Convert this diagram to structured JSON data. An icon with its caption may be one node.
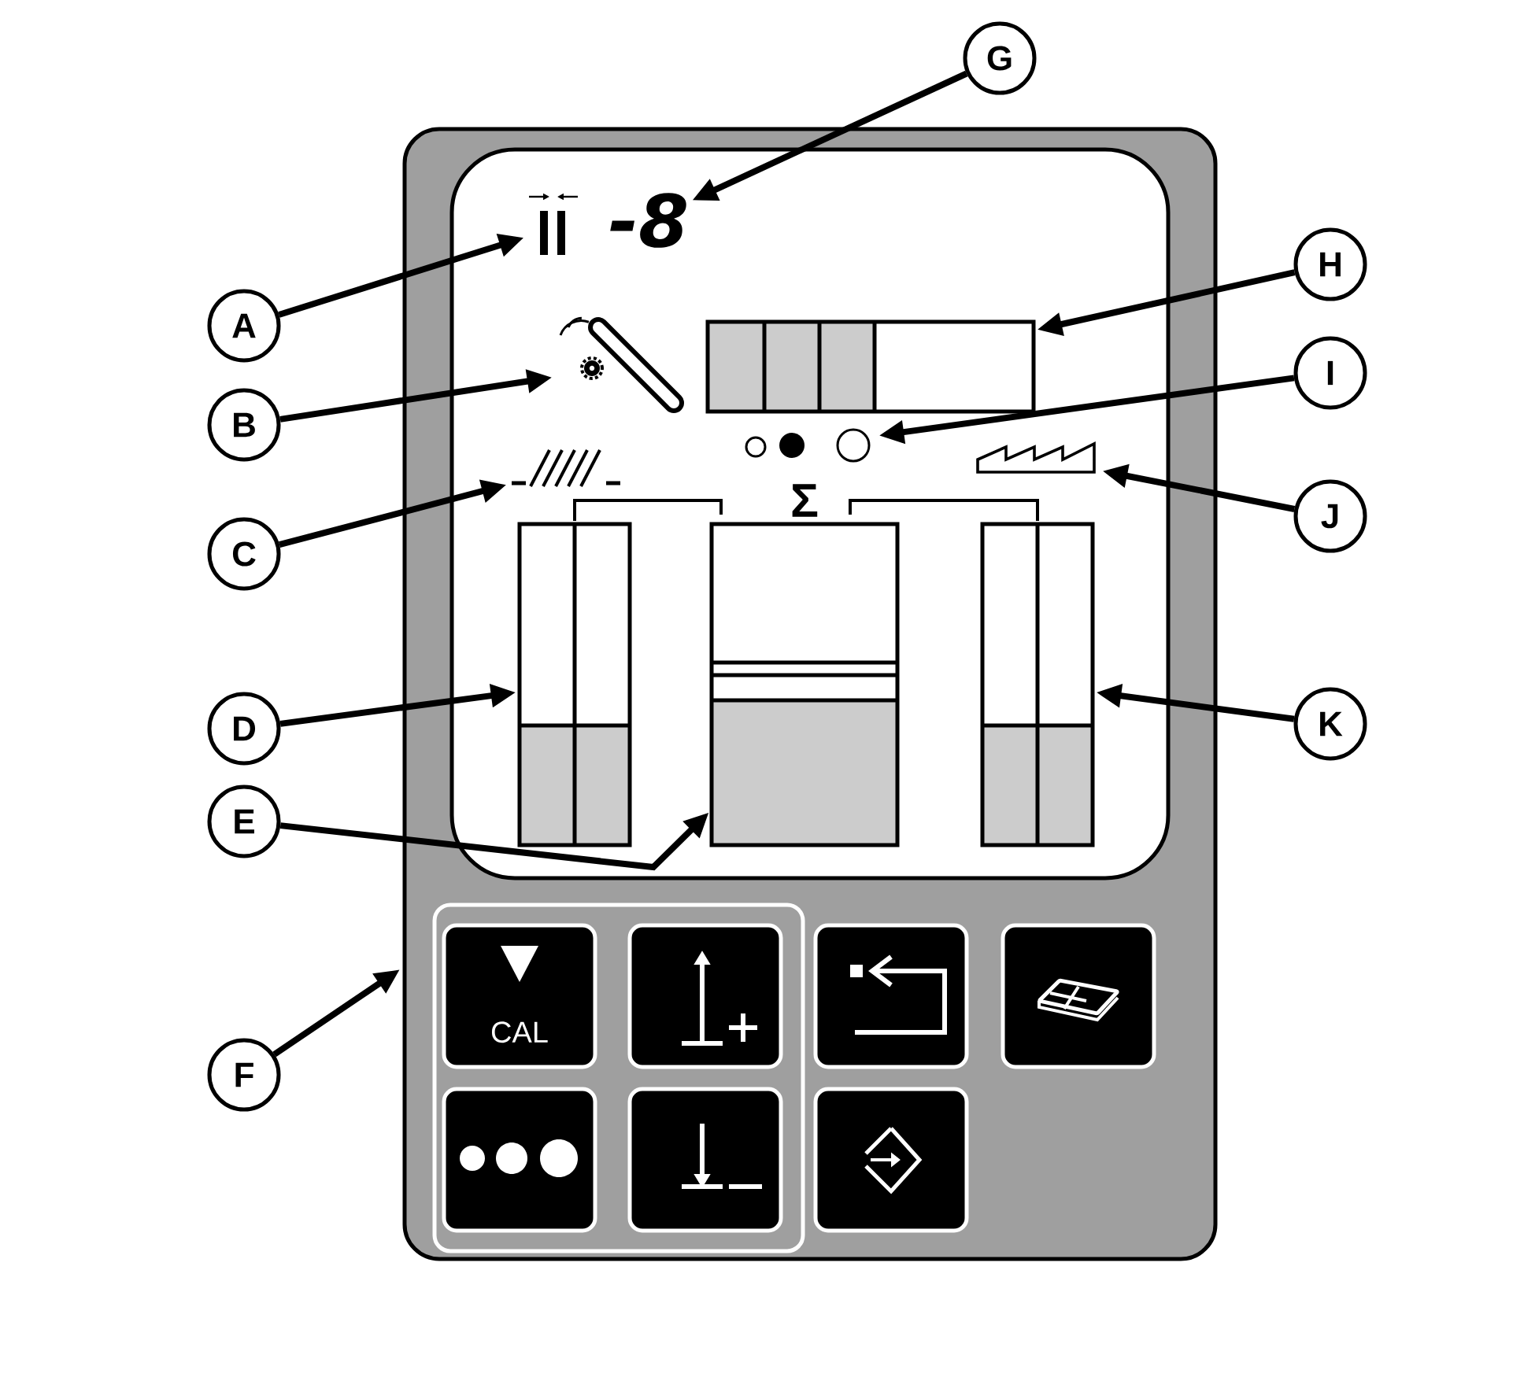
{
  "diagram": {
    "nodes": [
      {
        "text": [],
        "shape": "box"
      },
      {
        "text": [
          "A"
        ]
      },
      {
        "text": [
          "B"
        ]
      },
      {
        "text": [
          "C"
        ]
      },
      {
        "text": [
          "D"
        ]
      },
      {
        "text": [
          "E"
        ]
      },
      {
        "text": [
          "F"
        ]
      },
      {
        "text": [
          "G"
        ]
      },
      {
        "text": [
          "H"
        ]
      },
      {
        "text": [
          "I"
        ]
      },
      {
        "text": [
          "J"
        ]
      },
      {
        "text": [
          "K"
        ]
      },
      {
        "text": [],
        "shape": "picture",
        "in": 0
      },
      {
        "text": [
          "-8"
        ],
        "in": 0
      },
      {
        "text": [],
        "shape": "picture",
        "in": 0
      },
      {
        "text": [],
        "shape": "bar",
        "in": 0
      },
      {
        "text": [],
        "shape": "picture",
        "in": 0
      },
      {
        "text": [],
        "shape": "picture",
        "in": 0
      },
      {
        "text": [],
        "shape": "picture",
        "in": 0
      },
      {
        "text": [],
        "shape": "bar",
        "in": 0
      },
      {
        "text": [],
        "shape": "bar",
        "in": 0
      },
      {
        "text": [],
        "shape": "bar",
        "in": 0
      },
      {
        "text": [
          "CAL"
        ],
        "in": 0
      },
      {
        "text": [],
        "shape": "box",
        "in": 0
      },
      {
        "text": [],
        "shape": "box",
        "in": 0
      },
      {
        "text": [],
        "shape": "box",
        "in": 0
      },
      {
        "text": [],
        "shape": "box",
        "in": 0
      },
      {
        "text": [],
        "shape": "box",
        "in": 0
      },
      {
        "text": [],
        "shape": "box",
        "in": 0
      }
    ],
    "edges": [
      {
        "from": 1,
        "to": 12,
        "arrow": "to"
      },
      {
        "from": 7,
        "to": 13,
        "arrow": "to"
      },
      {
        "from": 2,
        "to": 14,
        "arrow": "to"
      },
      {
        "from": 8,
        "to": 15,
        "arrow": "to"
      },
      {
        "from": 9,
        "to": 16,
        "arrow": "to"
      },
      {
        "from": 3,
        "to": 17,
        "arrow": "to"
      },
      {
        "from": 10,
        "to": 18,
        "arrow": "to"
      },
      {
        "from": 4,
        "to": 19,
        "arrow": "to"
      },
      {
        "from": 5,
        "to": 20,
        "arrow": "to"
      },
      {
        "from": 11,
        "to": 21,
        "arrow": "to"
      },
      {
        "from": 6,
        "to": 0,
        "arrow": "to"
      }
    ],
    "labels": [
      "Σ"
    ]
  }
}
